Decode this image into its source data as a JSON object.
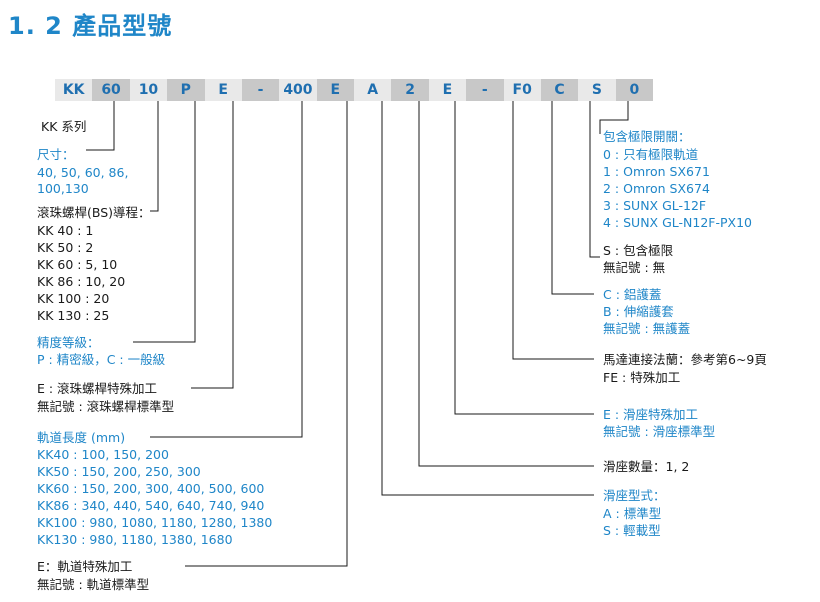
{
  "page": {
    "title": "1. 2  產品型號"
  },
  "code_cells": [
    "KK",
    "60",
    "10",
    "P",
    "E",
    "-",
    "400",
    "E",
    "A",
    "2",
    "E",
    "-",
    "F0",
    "C",
    "S",
    "0"
  ],
  "left": {
    "series": "KK 系列",
    "size": {
      "heading": "尺寸：",
      "lines": [
        "40, 50, 60, 86,",
        "100,130"
      ]
    },
    "lead": {
      "heading": "滾珠螺桿(BS)導程：",
      "lines": [
        "KK 40 : 1",
        "KK 50 : 2",
        "KK 60 :  5, 10",
        "KK 86 :  10, 20",
        "KK 100 :  20",
        "KK 130 :  25"
      ]
    },
    "accuracy": {
      "heading": "精度等級：",
      "line": "P : 精密級，C : 一般級"
    },
    "bs_special": {
      "line1": "E :  滾珠螺桿特殊加工",
      "line2": "無記號 :  滾珠螺桿標準型"
    },
    "rail_length": {
      "heading": "軌道長度 (mm)",
      "lines": [
        "KK40 : 100, 150, 200",
        "KK50 : 150, 200, 250, 300",
        "KK60 : 150, 200, 300,  400,  500, 600",
        "KK86 : 340, 440, 540, 640, 740, 940",
        "KK100 : 980, 1080, 1180, 1280, 1380",
        "KK130 : 980, 1180, 1380, 1680"
      ]
    },
    "rail_special": {
      "line1": "E：軌道特殊加工",
      "line2": "無記號 : 軌道標準型"
    }
  },
  "right": {
    "limit_switch": {
      "heading": "包含極限開關：",
      "lines": [
        "0 :  只有極限軌道",
        "1 :  Omron SX671",
        "2 :  Omron SX674",
        "3 :  SUNX GL-12F",
        "4 :  SUNX GL-N12F-PX10"
      ]
    },
    "sensor": {
      "line1": "S :  包含極限",
      "line2": "無記號 : 無"
    },
    "cover": {
      "line1": "C :  鋁護蓋",
      "line2": "B :  伸縮護套",
      "line3": "無記號 : 無護蓋"
    },
    "motor_flange": {
      "line1": "馬達連接法蘭：參考第6~9頁",
      "line2": "FE : 特殊加工"
    },
    "slider_special": {
      "line1": "E : 滑座特殊加工",
      "line2": "無記號 : 滑座標準型"
    },
    "slider_count": {
      "line": "滑座數量：1, 2"
    },
    "slider_type": {
      "heading": "滑座型式：",
      "line1": "A : 標準型",
      "line2": "S : 輕載型"
    }
  },
  "colors": {
    "accent": "#1f86c8",
    "code_text": "#1f6fb0",
    "cell_dark": "#c8c8c8",
    "cell_light": "#e9e9e9"
  }
}
